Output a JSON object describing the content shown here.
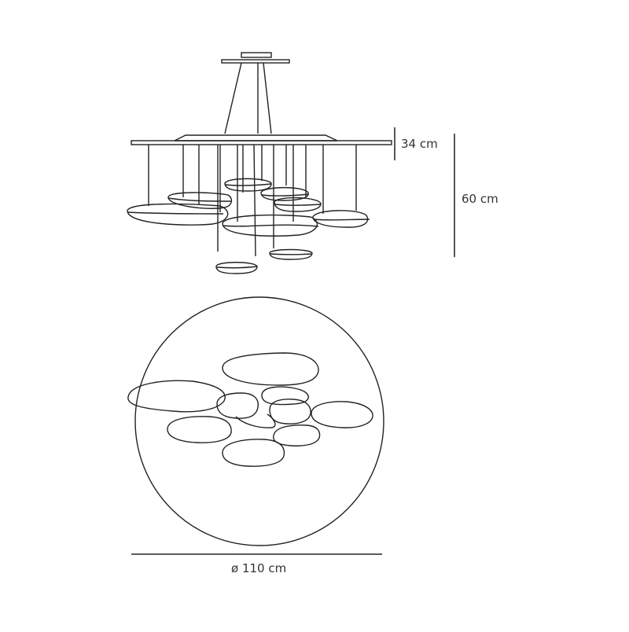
{
  "diagram": {
    "type": "technical dimension drawing",
    "subject": "suspension lamp with floating disc diffusers",
    "views": [
      {
        "name": "side-elevation",
        "description": "ceiling canopy, conical stem, horizontal plate with hanging rods and pebble-shaped discs"
      },
      {
        "name": "top-plan",
        "description": "circular outline with ten pebble-shaped discs"
      }
    ],
    "dimensions": {
      "canopy_height": {
        "label": "34 cm"
      },
      "total_height": {
        "label": "60 cm"
      },
      "diameter": {
        "label": "ø 110 cm"
      }
    },
    "colors": {
      "line": "#222222",
      "dimension_line": "#444444",
      "text": "#333333",
      "background": "#ffffff"
    }
  }
}
